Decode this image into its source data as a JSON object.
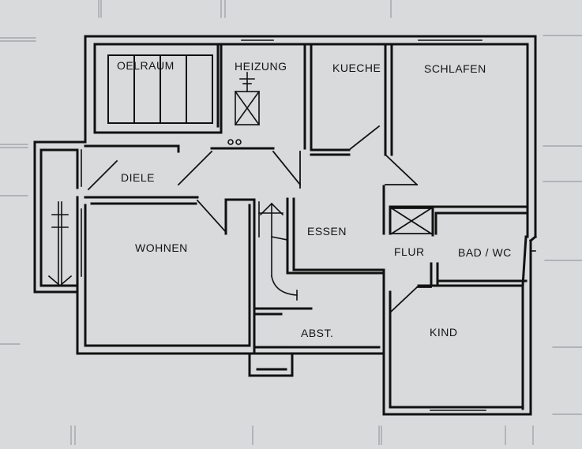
{
  "diagram": {
    "type": "floor-plan",
    "colors": {
      "paper": "#d9dadc",
      "ink": "#111111"
    },
    "rooms": {
      "oelraum": "OELRAUM",
      "heizung": "HEIZUNG",
      "kueche": "KUECHE",
      "schlafen": "SCHLAFEN",
      "diele": "DIELE",
      "wohnen": "WOHNEN",
      "essen": "ESSEN",
      "flur": "FLUR",
      "bad_wc": "BAD / WC",
      "kind": "KIND",
      "abst": "ABST."
    }
  }
}
